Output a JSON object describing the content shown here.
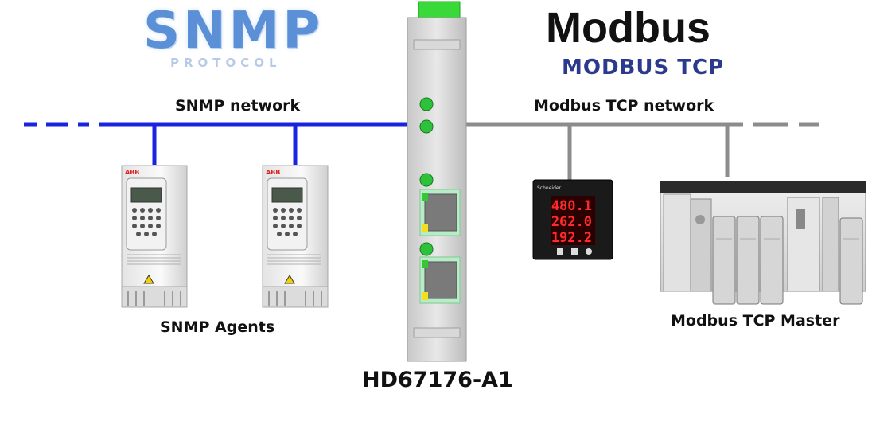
{
  "logos": {
    "snmp": {
      "title": "SNMP",
      "subtitle": "PROTOCOL"
    },
    "modbus": {
      "title": "Modbus",
      "sub_part1": "MODBUS",
      "sub_part2": "TCP"
    }
  },
  "networks": {
    "snmp_network_label": "SNMP network",
    "modbus_network_label": "Modbus TCP network"
  },
  "devices": {
    "snmp_agents_label": "SNMP Agents",
    "gateway_label": "HD67176-A1",
    "modbus_master_label": "Modbus TCP Master",
    "drive_brand": "ABB",
    "meter_brand": "Schneider",
    "meter_readings": [
      "480.1",
      "262.0",
      "192.2"
    ]
  },
  "colors": {
    "snmp_line": "#1a24e0",
    "modbus_line": "#8c8c8c",
    "led_green": "#2ec23a",
    "connector_green": "#3ad93a",
    "meter_digits": "#ff2a2a"
  }
}
